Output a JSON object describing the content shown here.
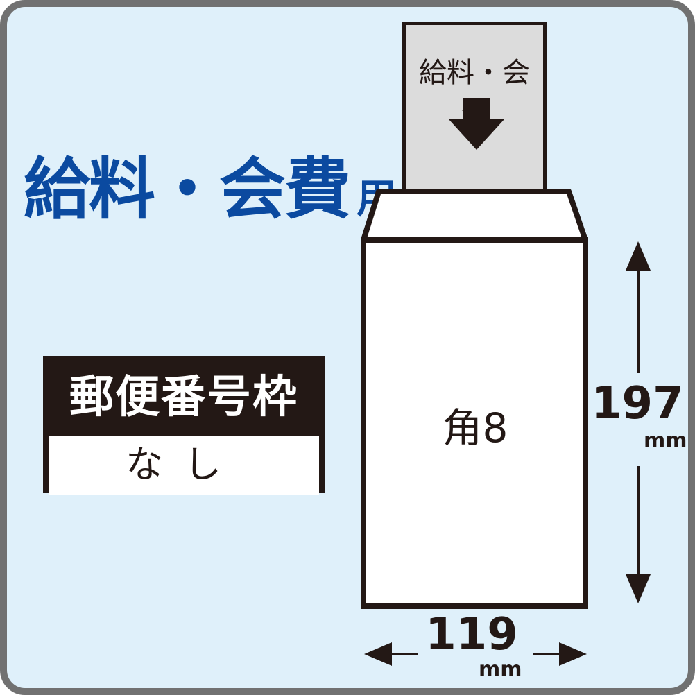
{
  "title": {
    "main": "給料・会費",
    "suffix": "用"
  },
  "postal_code_box": {
    "label": "郵便番号枠",
    "value": "なし"
  },
  "insert_card": {
    "text": "給料・会費",
    "icon": "arrow-down-icon"
  },
  "envelope": {
    "size_label": "角8"
  },
  "dimensions": {
    "height": {
      "value": "197",
      "unit": "mm"
    },
    "width": {
      "value": "119",
      "unit": "mm"
    }
  },
  "colors": {
    "background": "#dff0fa",
    "frame_border": "#717171",
    "title_blue": "#0b4aa0",
    "ink": "#231815",
    "card_gray": "#dcdcdc",
    "envelope_white": "#ffffff"
  }
}
